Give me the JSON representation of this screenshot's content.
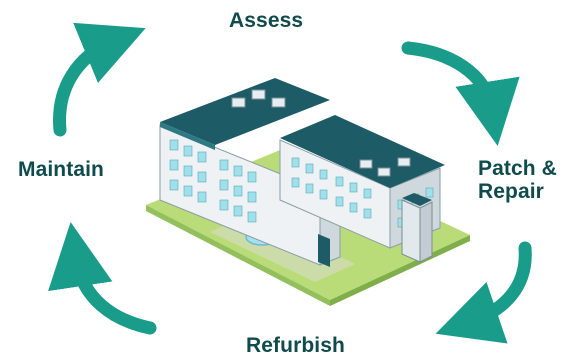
{
  "diagram": {
    "title": "",
    "steps": [
      {
        "id": "assess",
        "label": "Assess"
      },
      {
        "id": "patch",
        "label": "Patch & Repair"
      },
      {
        "id": "refurbish",
        "label": "Refurbish"
      },
      {
        "id": "maintain",
        "label": "Maintain"
      }
    ],
    "cycle_direction": "clockwise",
    "center_illustration": "school-building-icon"
  },
  "colors": {
    "arrow": "#1a9c8a",
    "label_text": "#0f4a4c",
    "roof": "#1d5c66",
    "walls": "#f3f5f7",
    "windows": "#9fe0ea",
    "lawn": "#b9dc78",
    "path": "#ccdca8"
  }
}
